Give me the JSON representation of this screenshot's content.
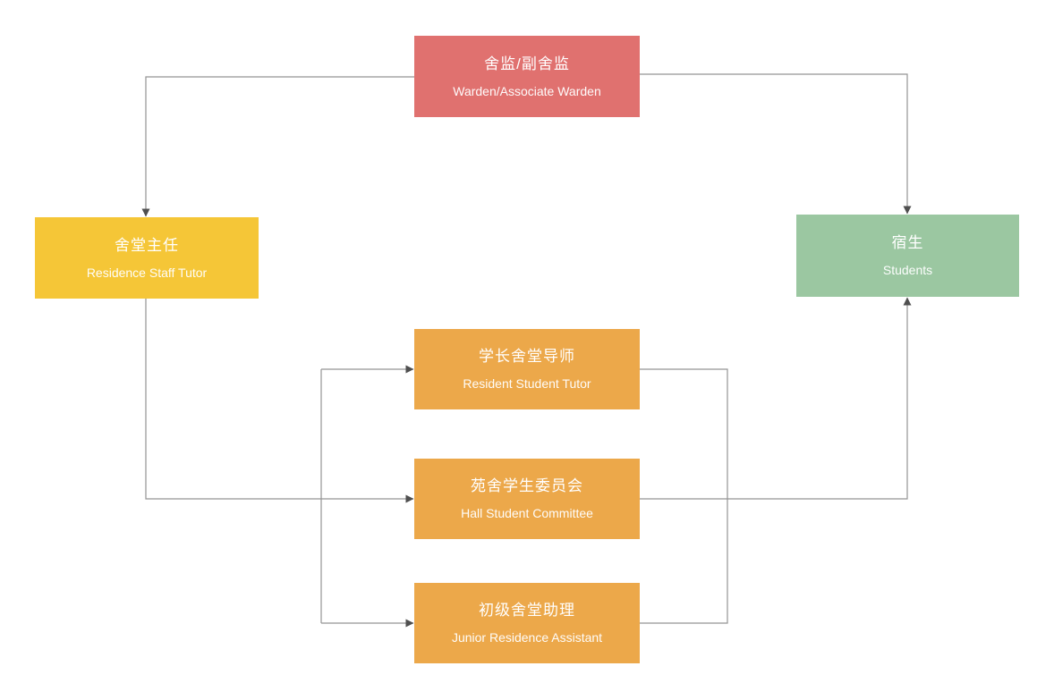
{
  "diagram": {
    "kind": "organization-chart",
    "background": "#ffffff",
    "connector": {
      "line_color": "#949494",
      "arrow_color": "#4f4f4f"
    },
    "text_color": "#ffffff",
    "nodes": {
      "warden": {
        "zh": "舍监/副舍监",
        "en": "Warden/Associate Warden",
        "color": "#e0716f"
      },
      "residence_staff_tutor": {
        "zh": "舍堂主任",
        "en": "Residence Staff Tutor",
        "color": "#f5c637"
      },
      "students": {
        "zh": "宿生",
        "en": "Students",
        "color": "#9bc7a1"
      },
      "resident_student_tutor": {
        "zh": "学长舍堂导师",
        "en": "Resident Student Tutor",
        "color": "#eca84a"
      },
      "hall_student_committee": {
        "zh": "苑舍学生委员会",
        "en": "Hall Student Committee",
        "color": "#eca84a"
      },
      "junior_residence_assistant": {
        "zh": "初级舍堂助理",
        "en": "Junior Residence Assistant",
        "color": "#eca84a"
      }
    },
    "edges": [
      {
        "from": "warden",
        "to": "residence_staff_tutor"
      },
      {
        "from": "warden",
        "to": "students"
      },
      {
        "from": "residence_staff_tutor",
        "to": "resident_student_tutor"
      },
      {
        "from": "residence_staff_tutor",
        "to": "hall_student_committee"
      },
      {
        "from": "residence_staff_tutor",
        "to": "junior_residence_assistant"
      },
      {
        "from": "resident_student_tutor",
        "to": "students"
      },
      {
        "from": "hall_student_committee",
        "to": "students"
      },
      {
        "from": "junior_residence_assistant",
        "to": "students"
      }
    ]
  }
}
